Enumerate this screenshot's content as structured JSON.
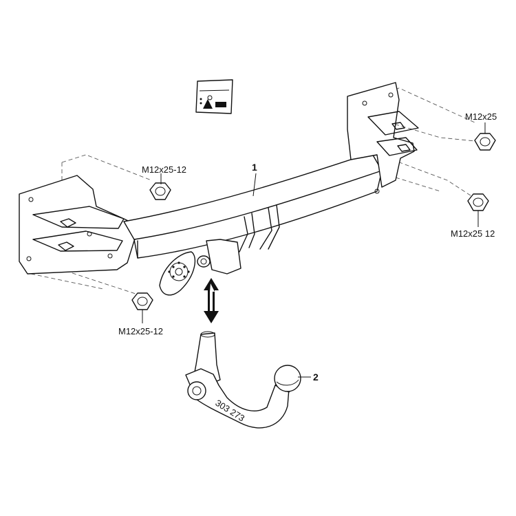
{
  "labels": {
    "nut_top_left": "M12x25-12",
    "nut_top_right": "M12x25",
    "nut_right": "M12x25 12",
    "nut_bottom_left": "M12x25-12",
    "part_1": "1",
    "part_2": "2",
    "part_number": "303 273"
  },
  "icons": [
    "hex-nut-icon",
    "warning-sticker-icon",
    "up-down-arrow-icon"
  ],
  "colors": {
    "line": "#111111",
    "background": "#ffffff"
  }
}
